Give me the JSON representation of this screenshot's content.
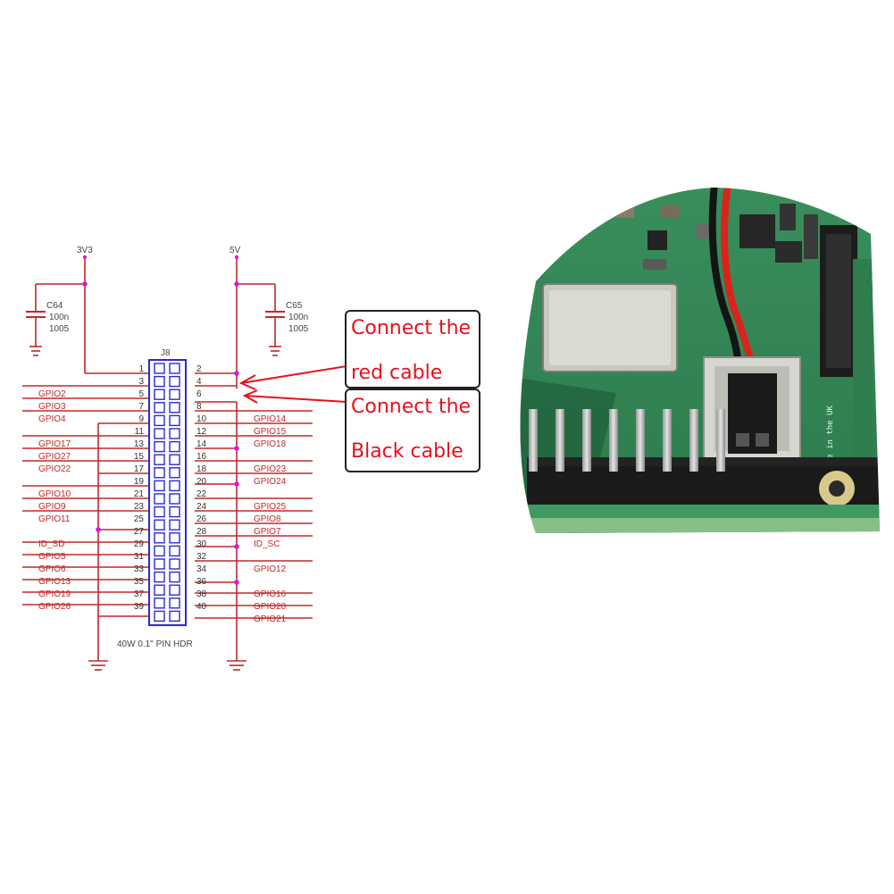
{
  "schematic": {
    "rail_left": "3V3",
    "rail_right": "5V",
    "cap_left": {
      "ref": "C64",
      "value": "100n",
      "package": "1005"
    },
    "cap_right": {
      "ref": "C65",
      "value": "100n",
      "package": "1005"
    },
    "header": {
      "ref": "J8",
      "description": "40W 0.1\" PIN HDR"
    },
    "left_nets": [
      "",
      "GPIO2",
      "GPIO3",
      "GPIO4",
      "",
      "GPIO17",
      "GPIO27",
      "GPIO22",
      "",
      "GPIO10",
      "GPIO9",
      "GPIO11",
      "",
      "ID_SD",
      "GPIO5",
      "GPIO6",
      "GPIO13",
      "GPIO19",
      "GPIO26",
      ""
    ],
    "right_nets": [
      "",
      "",
      "",
      "GPIO14",
      "GPIO15",
      "GPIO18",
      "",
      "GPIO23",
      "GPIO24",
      "",
      "GPIO25",
      "GPIO8",
      "GPIO7",
      "ID_SC",
      "",
      "GPIO12",
      "",
      "GPIO16",
      "GPIO20",
      "GPIO21"
    ],
    "odd_pins": [
      "1",
      "3",
      "5",
      "7",
      "9",
      "11",
      "13",
      "15",
      "17",
      "19",
      "21",
      "23",
      "25",
      "27",
      "29",
      "31",
      "33",
      "35",
      "37",
      "39"
    ],
    "even_pins": [
      "2",
      "4",
      "6",
      "8",
      "10",
      "12",
      "14",
      "16",
      "18",
      "20",
      "22",
      "24",
      "26",
      "28",
      "30",
      "32",
      "34",
      "36",
      "38",
      "40"
    ]
  },
  "callouts": {
    "red": {
      "line1": "Connect the",
      "line2": "red cable"
    },
    "black": {
      "line1": "Connect the",
      "line2": "Black cable"
    }
  },
  "photo": {
    "board_marking": "Made in the UK"
  },
  "colors": {
    "wire": "#c02828",
    "pin_box": "#2a2ad0",
    "junction": "#d81ad8",
    "callout_text": "#e8101a",
    "board": "#2e8b57"
  }
}
